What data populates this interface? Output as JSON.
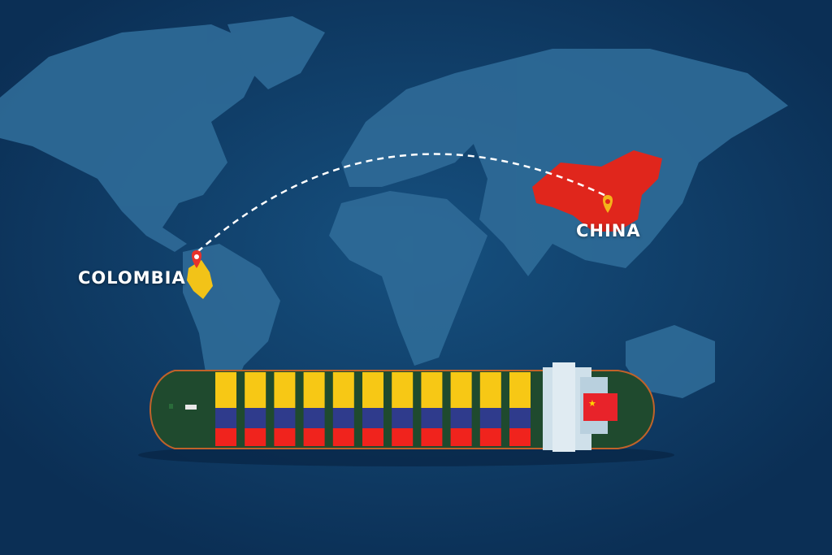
{
  "map": {
    "origin_label": "COLOMBIA",
    "destination_label": "CHINA",
    "colors": {
      "ocean": "#0e3a64",
      "land": "#2f6b98",
      "origin_country": "#f2c318",
      "destination_country": "#e0261c",
      "route": "#ffffff",
      "origin_pin": "#e8322b",
      "destination_pin": "#f4b41a"
    }
  },
  "ship": {
    "container_columns": 11,
    "container_colors": [
      "#f7c815",
      "#2f3b8c",
      "#f0231d"
    ],
    "hull_color": "#1f4a2e",
    "flag": "china-flag"
  }
}
